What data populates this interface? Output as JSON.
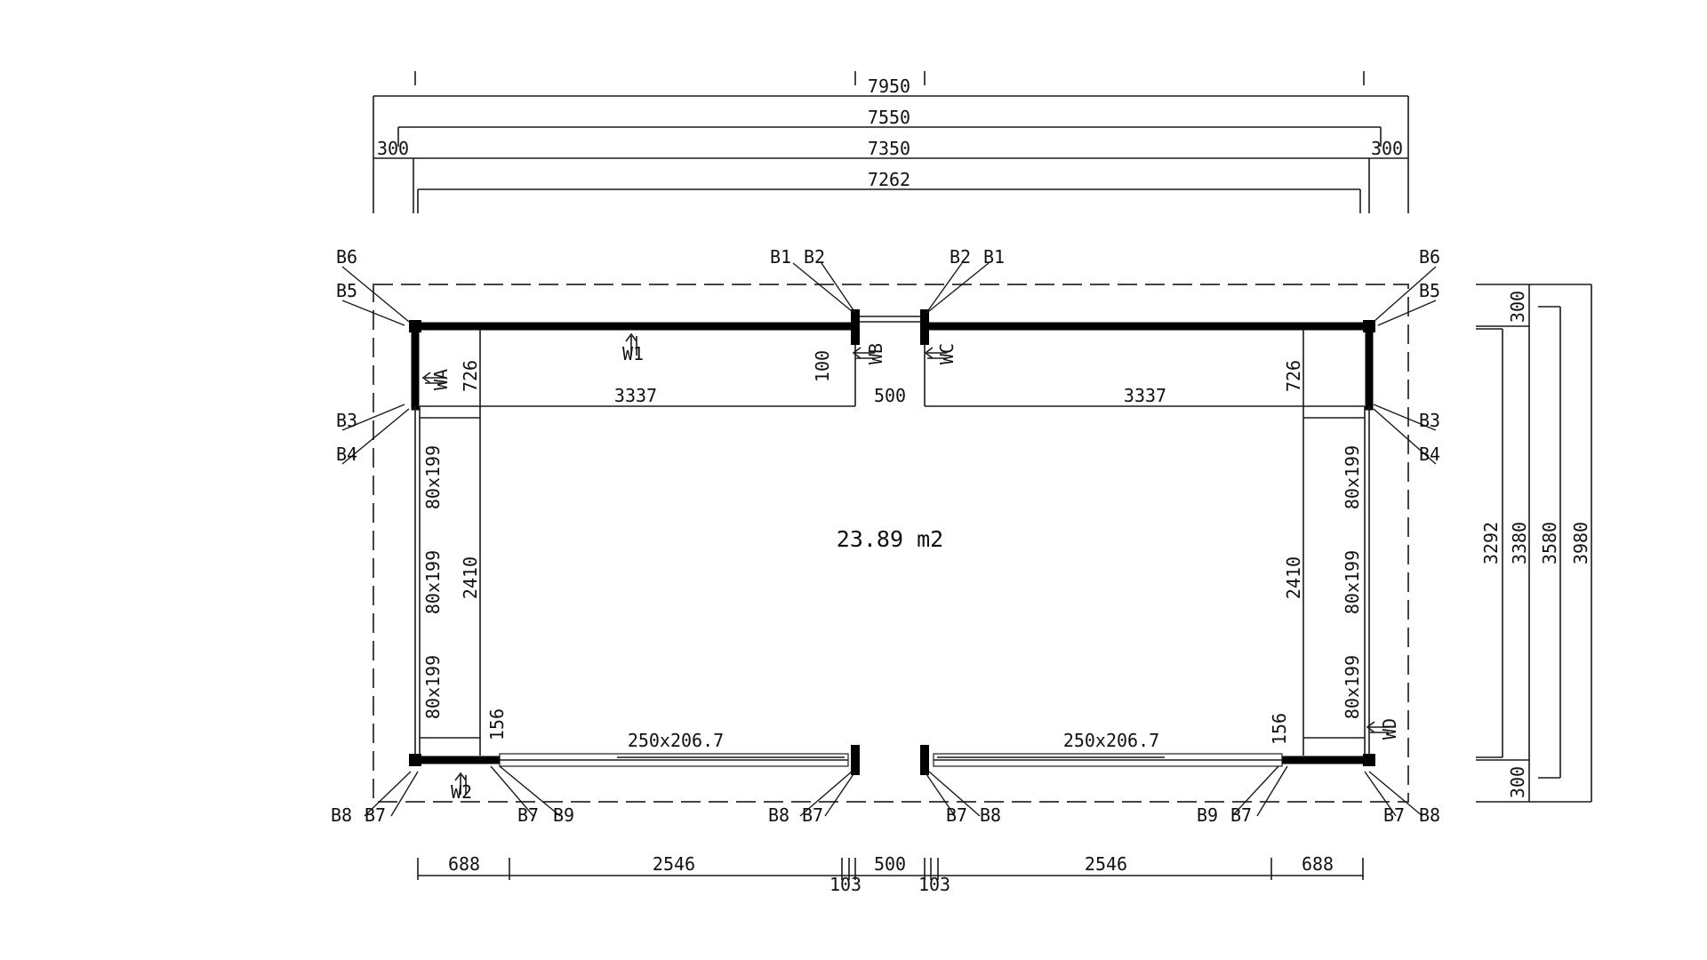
{
  "plan": {
    "area": "23.89 m2",
    "top_dims": {
      "d1": "7950",
      "d2": "7550",
      "d3": "7350",
      "d4": "7262",
      "side_left": "300",
      "side_right": "300"
    },
    "right_dims": {
      "d1": "300",
      "d2": "3292",
      "d3": "3380",
      "d4": "3580",
      "d5": "3980",
      "d6": "300"
    },
    "bottom_dims": {
      "a": "688",
      "b": "2546",
      "c": "500",
      "d": "2546",
      "e": "688",
      "f": "103",
      "g": "103"
    },
    "interior_dims": {
      "top_left_span": "3337",
      "top_mid_span": "500",
      "top_right_span": "3337",
      "left_depth": "726",
      "right_depth": "726",
      "post_offset": "100",
      "left_side_len": "2410",
      "right_side_len": "2410",
      "left_corner": "156",
      "right_corner": "156"
    },
    "windows": {
      "left": "250x206.7",
      "right": "250x206.7"
    },
    "panels": {
      "left_1": "80x199",
      "left_2": "80x199",
      "left_3": "80x199",
      "right_1": "80x199",
      "right_2": "80x199",
      "right_3": "80x199"
    },
    "walls": {
      "w1": "W1",
      "w2": "W2",
      "wa": "WA",
      "wb": "WB",
      "wc": "WC",
      "wd": "WD"
    },
    "beam_labels": {
      "b6_l": "B6",
      "b5_l": "B5",
      "b3_l": "B3",
      "b4_l": "B4",
      "b8_l": "B8",
      "b7_l": "B7",
      "b7_l2": "B7",
      "b9_l": "B9",
      "b1_tl": "B1",
      "b2_tl": "B2",
      "b2_tr": "B2",
      "b1_tr": "B1",
      "b6_r": "B6",
      "b5_r": "B5",
      "b3_r": "B3",
      "b4_r": "B4",
      "b8_m": "B8",
      "b7_m": "B7",
      "b7_m2": "B7",
      "b8_m2": "B8",
      "b9_r": "B9",
      "b7_r": "B7",
      "b7_r2": "B7",
      "b8_r": "B8"
    }
  }
}
